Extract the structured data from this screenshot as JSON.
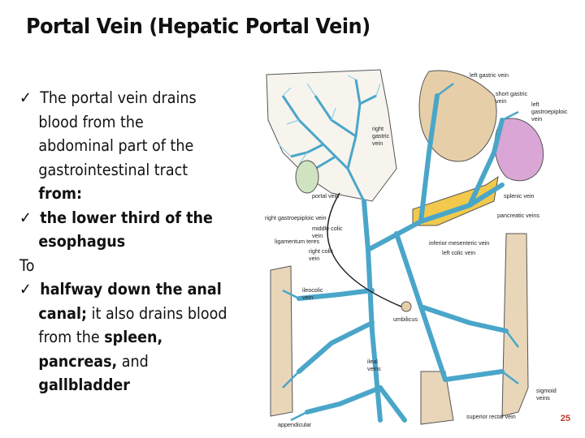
{
  "slide": {
    "title": "Portal Vein (Hepatic Portal Vein)",
    "page_number": "25"
  },
  "bullets": {
    "check_glyph": "✓",
    "b1_l1": "The portal vein  drains",
    "b1_l2": "blood from the",
    "b1_l3": "abdominal part of the",
    "b1_l4": "gastrointestinal tract",
    "b1_l5": "from:",
    "b2_l1": " the lower third of the",
    "b2_l2": "esophagus",
    "to": "To",
    "b3_l1": " halfway down the anal",
    "b3_l2a": "canal;",
    "b3_l2b": " it also drains blood",
    "b3_l3a": "from the ",
    "b3_l3b": "spleen,",
    "b3_l4a": "pancreas,",
    "b3_l4b": " and",
    "b3_l5": "gallbladder"
  },
  "figure_labels": {
    "left_gastric": "left gastric vein",
    "short_gastric_1": "short gastric",
    "short_gastric_2": "vein",
    "left_gastroepiploic_1": "left",
    "left_gastroepiploic_2": "gastroepiploic",
    "left_gastroepiploic_3": "vein",
    "right_gastric_1": "right",
    "right_gastric_2": "gastric",
    "right_gastric_3": "vein",
    "portal": "portal vein",
    "splenic": "splenic vein",
    "right_gastroepiploic": "right gastroepiploic vein",
    "pancreatic": "pancreatic veins",
    "middle_colic_1": "middle colic",
    "middle_colic_2": "vein",
    "ligamentum": "ligamentum teres",
    "inferior_mesenteric": "inferior mesenteric vein",
    "right_colic_1": "right colic",
    "right_colic_2": "vein",
    "left_colic": "left colic vein",
    "ileocolic_1": "ileocolic",
    "ileocolic_2": "vein",
    "umbilicus": "umbilicus",
    "ileal_1": "ileal",
    "ileal_2": "veins",
    "sigmoid_1": "sigmoid",
    "sigmoid_2": "veins",
    "appendicular": "appendicular",
    "superior_rectal": "superior rectal vein"
  },
  "colors": {
    "vein_blue": "#4aa6c9",
    "vein_light": "#8fd0e8",
    "stomach": "#e6cfa8",
    "spleen": "#d9a6d6",
    "pancreas": "#f2c94c",
    "page_number": "#c0392b"
  }
}
